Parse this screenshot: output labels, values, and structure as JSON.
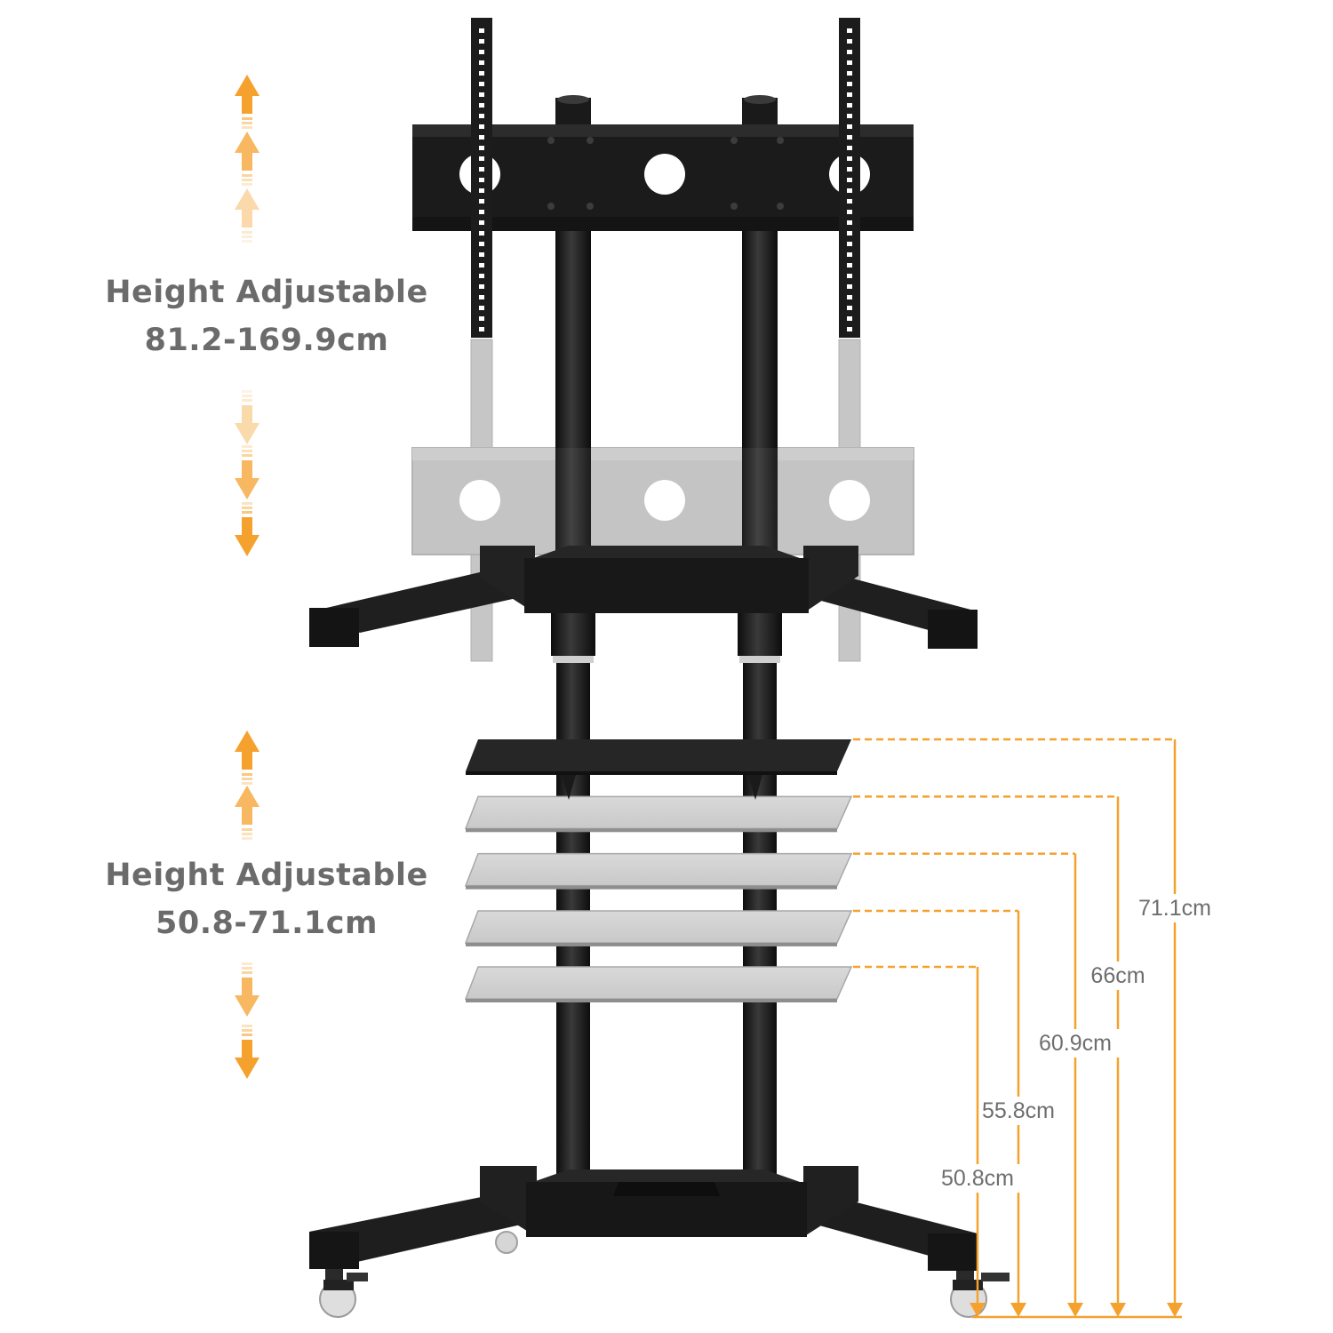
{
  "mount_height": {
    "label": "Height Adjustable",
    "range": "81.2-169.9cm"
  },
  "shelf_height": {
    "label": "Height Adjustable",
    "range": "50.8-71.1cm"
  },
  "shelf_positions": [
    {
      "label": "71.1cm",
      "value": 71.1
    },
    {
      "label": "66cm",
      "value": 66
    },
    {
      "label": "60.9cm",
      "value": 60.9
    },
    {
      "label": "55.8cm",
      "value": 55.8
    },
    {
      "label": "50.8cm",
      "value": 50.8
    }
  ],
  "colors": {
    "accent": "#f5a12d",
    "metal": "#1c1c1c",
    "ghost": "#bdbdbd",
    "text": "#6b6b6b"
  }
}
